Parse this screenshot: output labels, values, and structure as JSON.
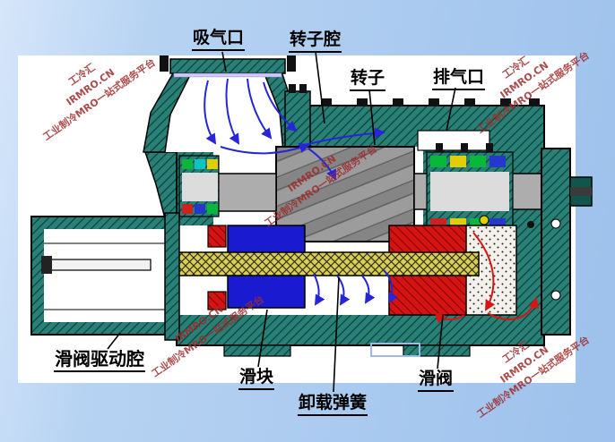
{
  "figure": {
    "type": "cutaway-diagram",
    "subject": "screw compressor cross-section"
  },
  "labels": {
    "suction_port": "吸气口",
    "rotor_chamber": "转子腔",
    "rotor": "转子",
    "discharge_port": "排气口",
    "slide_valve_drive_chamber": "滑阀驱动腔",
    "slide_block": "滑块",
    "unloading_spring": "卸载弹簧",
    "slide_valve": "滑阀"
  },
  "watermark": {
    "line1": "工冷汇",
    "line2": "IRMRO.CN",
    "line3": "工业制冷MRO一站式服务平台"
  },
  "colors": {
    "background": "#aecdf0",
    "panel": "#ffffff",
    "casing_teal": "#2a8076",
    "rotor_gray": "#9c9c9c",
    "shaft_yellow": "#dacf55",
    "slide_block_blue": "#1a1ad0",
    "seal_red": "#d51313",
    "suction_flow_blue": "#2626d8",
    "discharge_flow_red": "#d81414",
    "watermark_red": "#9e2c2c",
    "label_text": "#000000"
  }
}
